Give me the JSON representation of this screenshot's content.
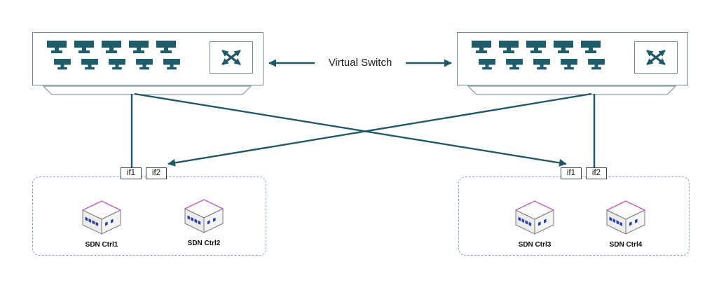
{
  "link": {
    "label": "Virtual Switch"
  },
  "interfaces": {
    "left": [
      {
        "label": "if1"
      },
      {
        "label": "if2"
      }
    ],
    "right": [
      {
        "label": "if1"
      },
      {
        "label": "if2"
      }
    ]
  },
  "controllers": [
    {
      "label": "SDN Ctrl1"
    },
    {
      "label": "SDN Ctrl2"
    },
    {
      "label": "SDN Ctrl3"
    },
    {
      "label": "SDN Ctrl4"
    }
  ],
  "icons": {
    "port": "ethernet-port-icon",
    "switch_symbol": "crossed-arrows-icon",
    "controller": "server-3d-icon"
  },
  "colors": {
    "line_teal": "#205867",
    "port_teal": "#1f5b69",
    "switch_border": "#6d8a96",
    "dashed_border": "#8ba6c6",
    "if_tag_border": "#33444c",
    "server_port_blue": "#2f3fa8",
    "server_accent_magenta": "#c65fc1"
  }
}
